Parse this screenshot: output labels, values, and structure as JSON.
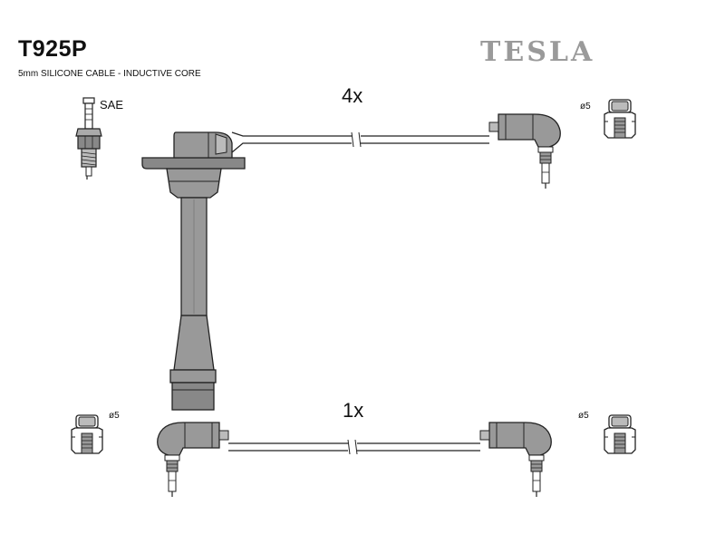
{
  "header": {
    "product_code": "T925P",
    "subtitle": "5mm SILICONE CABLE - INDUCTIVE CORE",
    "brand": "TESLA"
  },
  "labels": {
    "spark_plug_standard": "SAE",
    "quantity_long_set": "4x",
    "quantity_short_set": "1x",
    "terminal_diameter_1": "ø5",
    "terminal_diameter_2": "ø5",
    "terminal_diameter_3": "ø5"
  }
}
